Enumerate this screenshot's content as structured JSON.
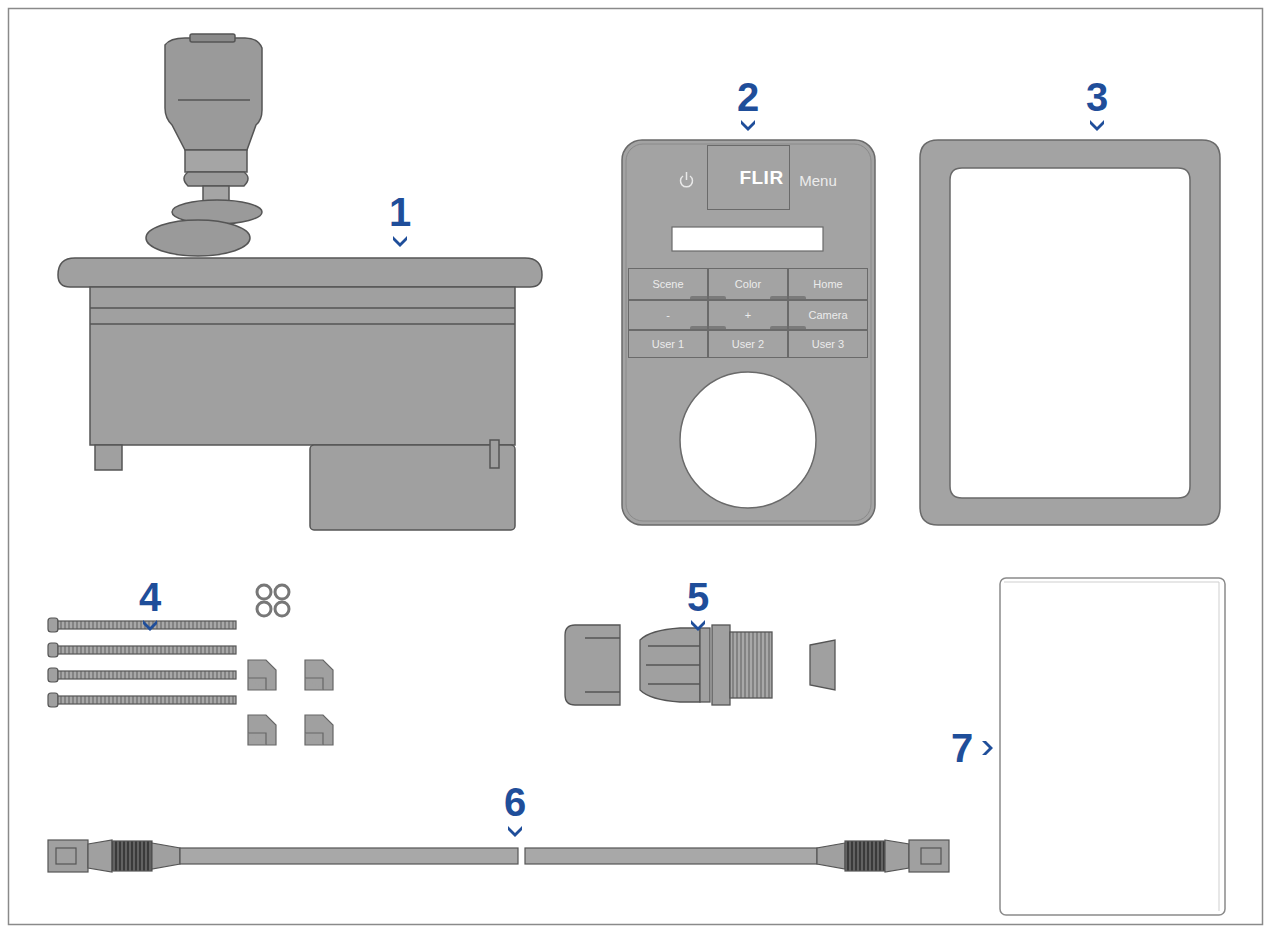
{
  "diagram": {
    "nodes": [
      {
        "text": [
          "FLIR"
        ]
      },
      {
        "text": [
          "Scene"
        ]
      },
      {
        "text": [
          "Color"
        ]
      },
      {
        "text": [
          "Home"
        ]
      },
      {
        "text": [
          "-"
        ]
      },
      {
        "text": [
          "+"
        ]
      },
      {
        "text": [
          "Camera"
        ]
      },
      {
        "text": [
          "User 1"
        ]
      },
      {
        "text": [
          "User 2"
        ]
      },
      {
        "text": [
          "User 3"
        ]
      }
    ],
    "labels": [
      "1",
      "2",
      "3",
      "4",
      "5",
      "6",
      "7",
      "Menu"
    ]
  }
}
